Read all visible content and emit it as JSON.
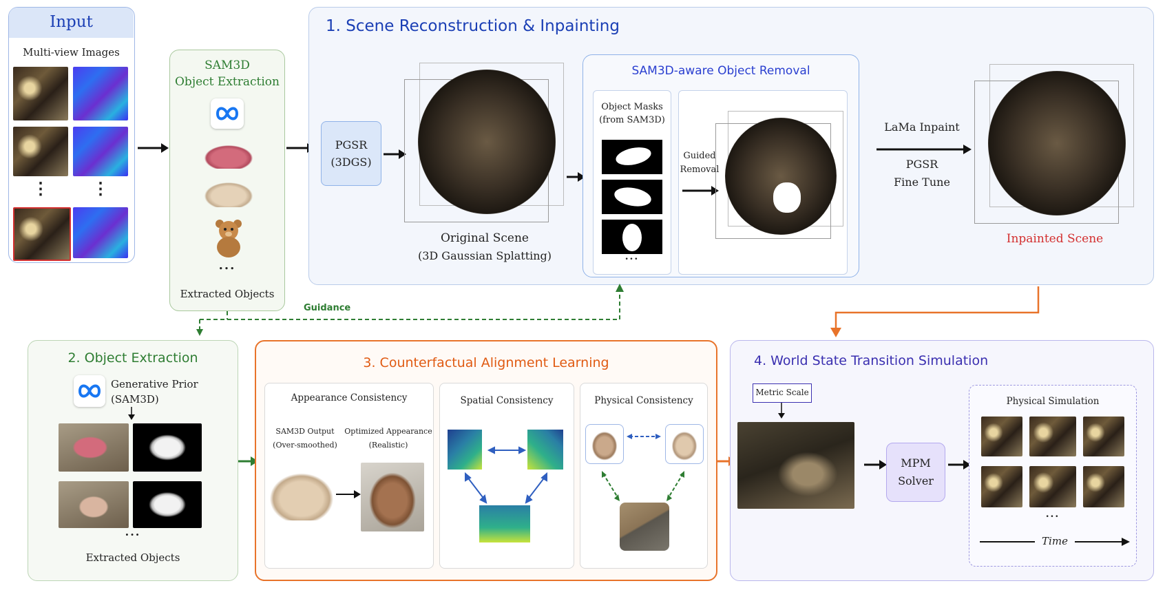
{
  "input": {
    "title": "Input",
    "subtitle": "Multi-view Images",
    "ellipsis_left": "⋮",
    "ellipsis_right": "⋮"
  },
  "sam3d_extraction": {
    "title_line1": "SAM3D",
    "title_line2": "Object Extraction",
    "logo_icon": "meta-infinity-logo",
    "ellipsis": "...",
    "caption": "Extracted Objects"
  },
  "guidance_label": "Guidance",
  "stage1": {
    "title": "1. Scene Reconstruction & Inpainting",
    "pgsr_line1": "PGSR",
    "pgsr_line2": "(3DGS)",
    "original_caption_line1": "Original Scene",
    "original_caption_line2": "(3D Gaussian Splatting)",
    "removal_title": "SAM3D-aware Object Removal",
    "masks_title_line1": "Object Masks",
    "masks_title_line2": "(from SAM3D)",
    "masks_ellipsis": "...",
    "guided_line1": "Guided",
    "guided_line2": "Removal",
    "lama_label": "LaMa Inpaint",
    "finetune_line1": "PGSR",
    "finetune_line2": "Fine Tune",
    "inpainted_caption": "Inpainted Scene"
  },
  "stage2": {
    "title": "2. Object Extraction",
    "prior_line1": "Generative Prior",
    "prior_line2": "(SAM3D)",
    "ellipsis": "...",
    "caption": "Extracted Objects"
  },
  "stage3": {
    "title": "3. Counterfactual Alignment Learning",
    "appearance": {
      "title": "Appearance Consistency",
      "left_line1": "SAM3D Output",
      "left_line2": "(Over-smoothed)",
      "right_line1": "Optimized Appearance",
      "right_line2": "(Realistic)"
    },
    "spatial_title": "Spatial Consistency",
    "physical_title": "Physical Consistency"
  },
  "stage4": {
    "title": "4. World State Transition Simulation",
    "metric_label": "Metric Scale",
    "solver_line1": "MPM",
    "solver_line2": "Solver",
    "sim_title": "Physical Simulation",
    "ellipsis": "...",
    "time_label": "Time"
  },
  "colors": {
    "blue_title": "#1b3fb5",
    "green_title": "#2e7d32",
    "orange_title": "#e05a12",
    "purple_title": "#3a2fb0",
    "red_caption": "#d32f2f",
    "panel_blue_bg": "#f3f6fc",
    "orange_border": "#e8732a"
  }
}
